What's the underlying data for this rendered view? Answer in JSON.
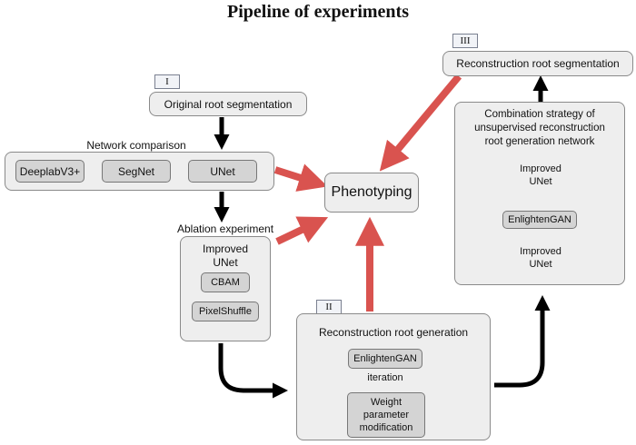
{
  "title": "Pipeline of experiments",
  "colors": {
    "box_fill": "#eeeeee",
    "inner_fill": "#d4d4d4",
    "red_arrow": "#d9534f",
    "black_arrow": "#000000",
    "gold_arrow": "#e7b416"
  },
  "section_tags": {
    "i": "I",
    "ii": "II",
    "iii": "III"
  },
  "original_root_segmentation": "Original root segmentation",
  "network_comparison": {
    "label": "Network comparison",
    "models": [
      "DeeplabV3+",
      "SegNet",
      "UNet"
    ]
  },
  "ablation": {
    "label": "Ablation experiment",
    "improved": "Improved",
    "unet": "UNet",
    "modules": [
      "CBAM",
      "PixelShuffle"
    ]
  },
  "phenotyping": "Phenotyping",
  "reconstruction_generation": {
    "title": "Reconstruction root generation",
    "enlightengan": "EnlightenGAN",
    "iteration": "iteration",
    "weight": [
      "Weight",
      "parameter",
      "modification"
    ]
  },
  "combination": {
    "title_lines": [
      "Combination strategy of",
      "unsupervised reconstruction",
      "root generation network"
    ],
    "top_block": [
      "Improved",
      "UNet"
    ],
    "middle_block": "EnlightenGAN",
    "bottom_block": [
      "Improved",
      "UNet"
    ]
  },
  "reconstruction_segmentation": "Reconstruction root segmentation"
}
